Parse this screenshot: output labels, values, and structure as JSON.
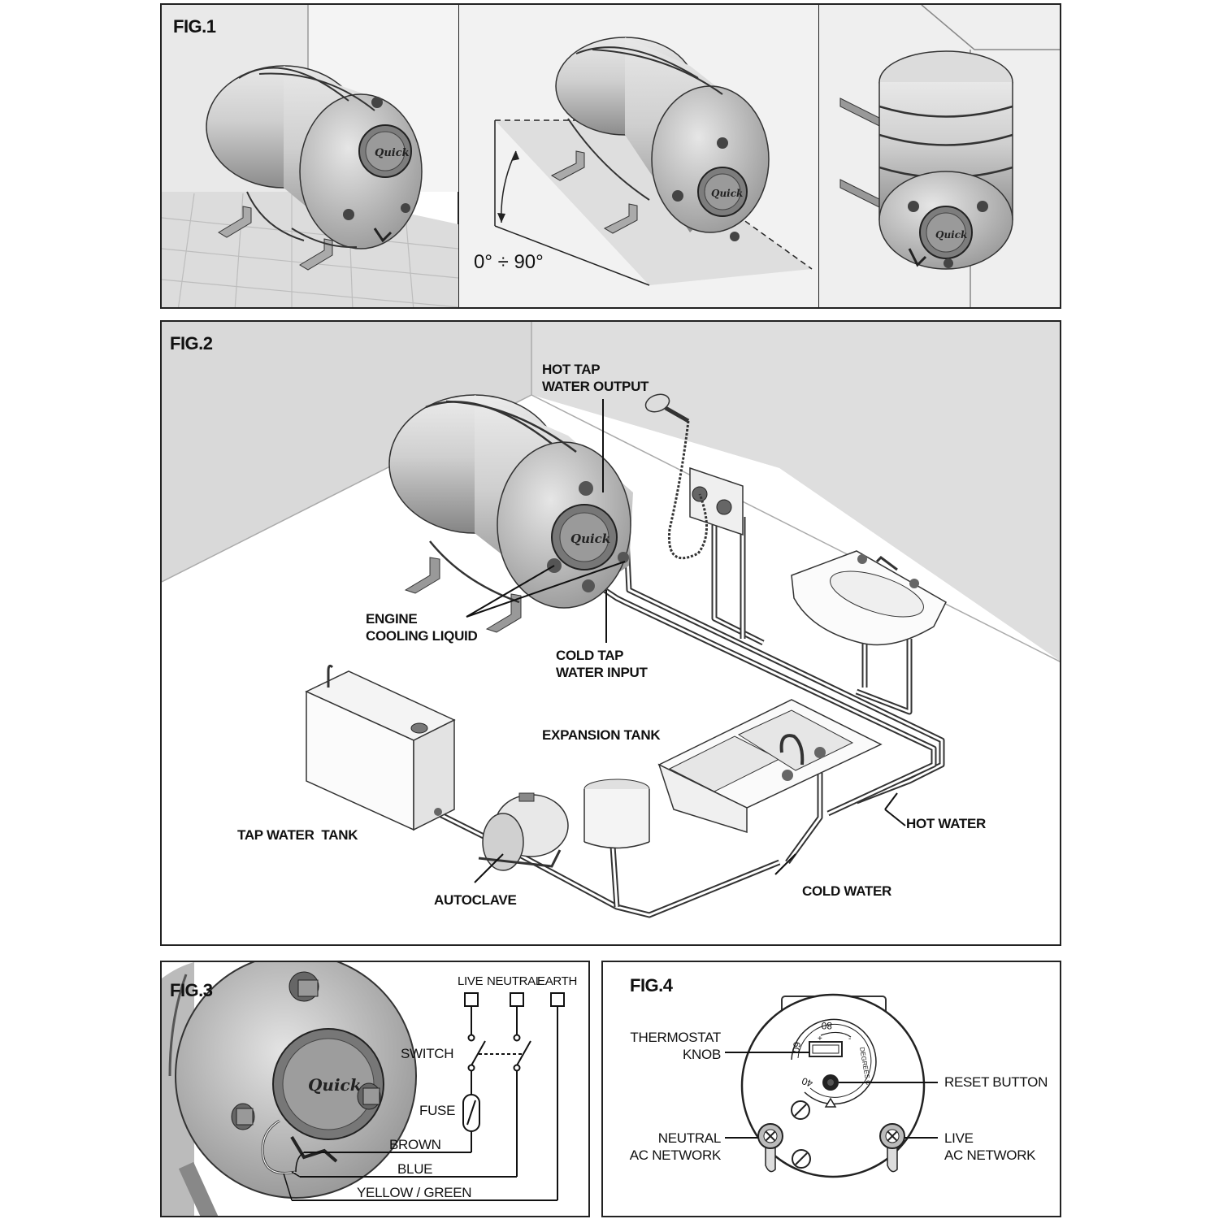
{
  "fig1": {
    "title": "FIG.1",
    "angle_label": "0° ÷ 90°"
  },
  "fig2": {
    "title": "FIG.2",
    "labels": {
      "hot_tap_line1": "HOT TAP",
      "hot_tap_line2": "WATER OUTPUT",
      "engine_line1": "ENGINE",
      "engine_line2": "COOLING LIQUID",
      "cold_tap_line1": "COLD TAP",
      "cold_tap_line2": "WATER INPUT",
      "expansion_tank": "EXPANSION TANK",
      "tap_water_tank": "TAP WATER  TANK",
      "autoclave": "AUTOCLAVE",
      "hot_water": "HOT WATER",
      "cold_water": "COLD WATER"
    }
  },
  "fig3": {
    "title": "FIG.3",
    "labels": {
      "live": "LIVE",
      "neutral": "NEUTRAL",
      "earth": "EARTH",
      "switch": "SWITCH",
      "fuse": "FUSE",
      "brown": "BROWN",
      "blue": "BLUE",
      "yellow_green": "YELLOW / GREEN"
    }
  },
  "fig4": {
    "title": "FIG.4",
    "labels": {
      "thermostat_line1": "THERMOSTAT",
      "thermostat_line2": "KNOB",
      "reset_button": "RESET BUTTON",
      "neutral_line1": "NEUTRAL",
      "neutral_line2": "AC NETWORK",
      "live_line1": "LIVE",
      "live_line2": "AC NETWORK",
      "dial_80": "80",
      "dial_60": "60",
      "dial_40": "40",
      "dial_degrees": "DEGREES C"
    }
  },
  "brand": "Quick"
}
